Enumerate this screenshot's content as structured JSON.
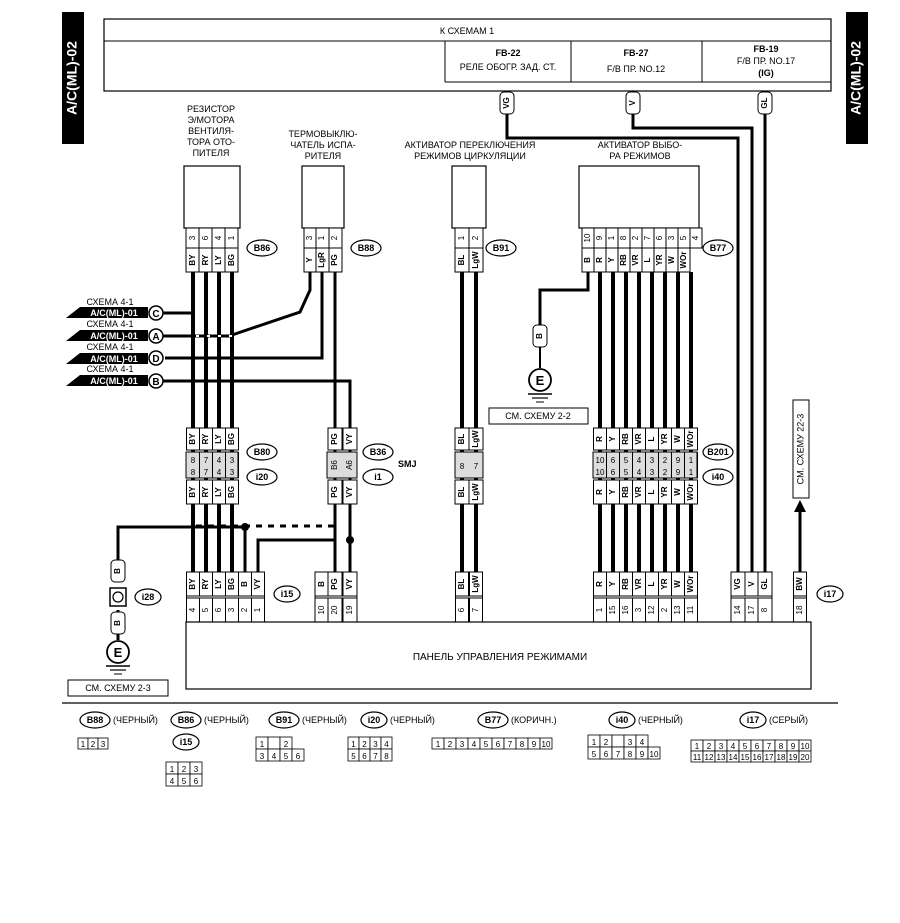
{
  "side_tab": "A/C(ML)-02",
  "header": {
    "title": "К СХЕМАМ 1",
    "boxes": [
      {
        "line1": "FB-22",
        "line2": "РЕЛЕ ОБОГР. ЗАД. СТ.",
        "line3": ""
      },
      {
        "line1": "FB-27",
        "line2": "F/B  ПР. NO.12",
        "line3": ""
      },
      {
        "line1": "FB-19",
        "line2": "F/B  ПР. NO.17",
        "line3": "(IG)"
      }
    ],
    "wires": [
      "VG",
      "V",
      "GL"
    ]
  },
  "components": {
    "resistor": {
      "title": [
        "РЕЗИСТОР",
        "Э/МОТОРА",
        "ВЕНТИЛЯ-",
        "ТОРА ОТО-",
        "ПИТЕЛЯ"
      ],
      "connector": "B86",
      "pins": [
        "3",
        "6",
        "4",
        "1"
      ],
      "wires": [
        "BY",
        "RY",
        "LY",
        "BG"
      ]
    },
    "thermo": {
      "title": [
        "ТЕРМОВЫКЛЮ-",
        "ЧАТЕЛЬ ИСПА-",
        "РИТЕЛЯ"
      ],
      "connector": "B88",
      "pins": [
        "3",
        "1",
        "2"
      ],
      "wires": [
        "Y",
        "LgR",
        "PG"
      ]
    },
    "recirc": {
      "title": [
        "АКТИВАТОР ПЕРЕКЛЮЧЕНИЯ",
        "РЕЖИМОВ ЦИРКУЛЯЦИИ"
      ],
      "connector": "B91",
      "pins": [
        "1",
        "2"
      ],
      "wires": [
        "BL",
        "LgW"
      ]
    },
    "mode": {
      "title": [
        "АКТИВАТОР ВЫБО-",
        "РА РЕЖИМОВ"
      ],
      "connector": "B77",
      "pins": [
        "10",
        "9",
        "1",
        "8",
        "2",
        "7",
        "6",
        "3",
        "5",
        "4"
      ],
      "wires": [
        "B",
        "R",
        "Y",
        "RB",
        "VR",
        "L",
        "YR",
        "W",
        "WOr"
      ],
      "ground_wire": "B",
      "ground_symbol": "E",
      "ground_note": "СМ. СХЕМУ 2-2"
    }
  },
  "left_refs": [
    {
      "scheme": "СХЕМА 4-1",
      "name": "A/C(ML)-01",
      "letter": "C"
    },
    {
      "scheme": "СХЕМА 4-1",
      "name": "A/C(ML)-01",
      "letter": "A"
    },
    {
      "scheme": "СХЕМА 4-1",
      "name": "A/C(ML)-01",
      "letter": "D"
    },
    {
      "scheme": "СХЕМА 4-1",
      "name": "A/C(ML)-01",
      "letter": "B"
    }
  ],
  "mid_connectors": {
    "left": {
      "top": "B80",
      "bottom": "i20",
      "pins_top": [
        "8",
        "7",
        "4",
        "3"
      ],
      "pins_bottom": [
        "8",
        "7",
        "4",
        "3"
      ],
      "wires": [
        "BY",
        "RY",
        "LY",
        "BG"
      ]
    },
    "smj": {
      "top": "B36",
      "bottom": "i1",
      "label": "SMJ",
      "pins": [
        "B6",
        "A6"
      ],
      "wires_top": [
        "PG",
        "VY"
      ],
      "wires_bottom": [
        "PG",
        "VY"
      ]
    },
    "recirc": {
      "pins": [
        "8",
        "7"
      ],
      "wires": [
        "BL",
        "LgW"
      ]
    },
    "right": {
      "top": "B201",
      "bottom": "i40",
      "pins_top": [
        "10",
        "6",
        "5",
        "4",
        "3",
        "2",
        "9",
        "1"
      ],
      "pins_bottom": [
        "10",
        "6",
        "5",
        "4",
        "3",
        "2",
        "9",
        "1"
      ],
      "wires": [
        "R",
        "Y",
        "RB",
        "VR",
        "L",
        "YR",
        "W",
        "WOr"
      ]
    }
  },
  "panel": {
    "label": "ПАНЕЛЬ УПРАВЛЕНИЯ РЕЖИМАМИ",
    "i15": "i15",
    "i17": "i17",
    "groups": [
      {
        "wires": [
          "BY",
          "RY",
          "LY",
          "BG",
          "B",
          "VY"
        ],
        "pins": [
          "4",
          "5",
          "6",
          "3",
          "2",
          "1"
        ]
      },
      {
        "wires": [
          "B",
          "PG",
          "VY"
        ],
        "pins": [
          "10",
          "20",
          "19"
        ]
      },
      {
        "wires": [
          "BL",
          "LgW"
        ],
        "pins": [
          "6",
          "7"
        ]
      },
      {
        "wires": [
          "R",
          "Y",
          "RB",
          "VR",
          "L",
          "YR",
          "W",
          "WOr"
        ],
        "pins": [
          "1",
          "15",
          "16",
          "3",
          "12",
          "2",
          "13",
          "11"
        ]
      },
      {
        "wires": [
          "VG",
          "V",
          "GL"
        ],
        "pins": [
          "14",
          "17",
          "8"
        ]
      },
      {
        "wires": [
          "BW"
        ],
        "pins": [
          "18"
        ]
      }
    ],
    "bw_ref": "СМ. СХЕМУ 22-3"
  },
  "left_ground": {
    "wire_top": "B",
    "connector": "i28",
    "wire_bottom": "B",
    "symbol": "E",
    "note": "СМ. СХЕМУ 2-3"
  },
  "legend": [
    {
      "id": "B88",
      "color": "(ЧЕРНЫЙ)",
      "rows": [
        [
          "1",
          "2",
          "3"
        ]
      ]
    },
    {
      "id": "B86",
      "color": "(ЧЕРНЫЙ)",
      "rows": []
    },
    {
      "id": "i15",
      "color": "",
      "rows": [
        [
          "1",
          "2",
          "3"
        ],
        [
          "4",
          "5",
          "6"
        ]
      ]
    },
    {
      "id": "B91",
      "color": "(ЧЕРНЫЙ)",
      "rows": [
        [
          "1",
          "",
          "2"
        ],
        [
          "3",
          "4",
          "5",
          "6"
        ]
      ]
    },
    {
      "id": "i20",
      "color": "(ЧЕРНЫЙ)",
      "rows": [
        [
          "1",
          "2",
          "3",
          "4"
        ],
        [
          "5",
          "6",
          "7",
          "8"
        ]
      ]
    },
    {
      "id": "B77",
      "color": "(КОРИЧН.)",
      "rows": [
        [
          "1",
          "2",
          "3",
          "4",
          "5",
          "6",
          "7",
          "8",
          "9",
          "10"
        ]
      ]
    },
    {
      "id": "i40",
      "color": "(ЧЕРНЫЙ)",
      "rows": [
        [
          "1",
          "2",
          "",
          "3",
          "4"
        ],
        [
          "5",
          "6",
          "7",
          "8",
          "9",
          "10"
        ]
      ]
    },
    {
      "id": "i17",
      "color": "(СЕРЫЙ)",
      "rows": [
        [
          "1",
          "2",
          "3",
          "4",
          "5",
          "6",
          "7",
          "8",
          "9",
          "10"
        ],
        [
          "11",
          "12",
          "13",
          "14",
          "15",
          "16",
          "17",
          "18",
          "19",
          "20"
        ]
      ]
    }
  ]
}
